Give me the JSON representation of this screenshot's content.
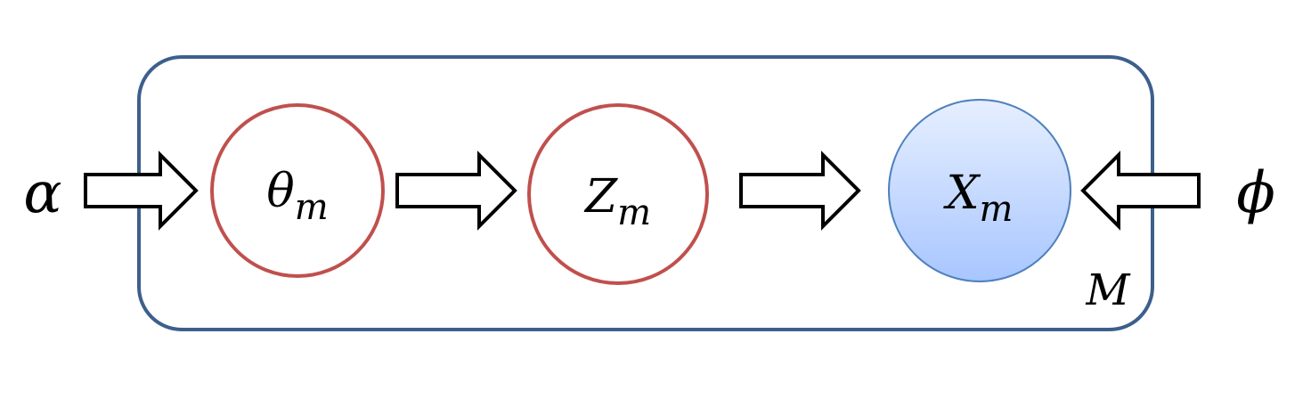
{
  "diagram": {
    "plate": {
      "label": "M",
      "border_color": "#3d5f8c"
    },
    "nodes": [
      {
        "id": "theta",
        "symbol": "θ",
        "subscript": "m",
        "observed": false,
        "border_color": "#c0504d"
      },
      {
        "id": "z",
        "symbol": "Z",
        "subscript": "m",
        "observed": false,
        "border_color": "#c0504d"
      },
      {
        "id": "x",
        "symbol": "X",
        "subscript": "m",
        "observed": true,
        "border_color": "#4f81bd",
        "fill_top": "#e6efff",
        "fill_bottom": "#a8c6ff"
      }
    ],
    "params": [
      {
        "id": "alpha",
        "symbol": "α"
      },
      {
        "id": "phi",
        "symbol": "ϕ"
      }
    ],
    "edges": [
      {
        "from": "alpha",
        "to": "theta"
      },
      {
        "from": "theta",
        "to": "z"
      },
      {
        "from": "z",
        "to": "x"
      },
      {
        "from": "phi",
        "to": "x"
      }
    ]
  }
}
